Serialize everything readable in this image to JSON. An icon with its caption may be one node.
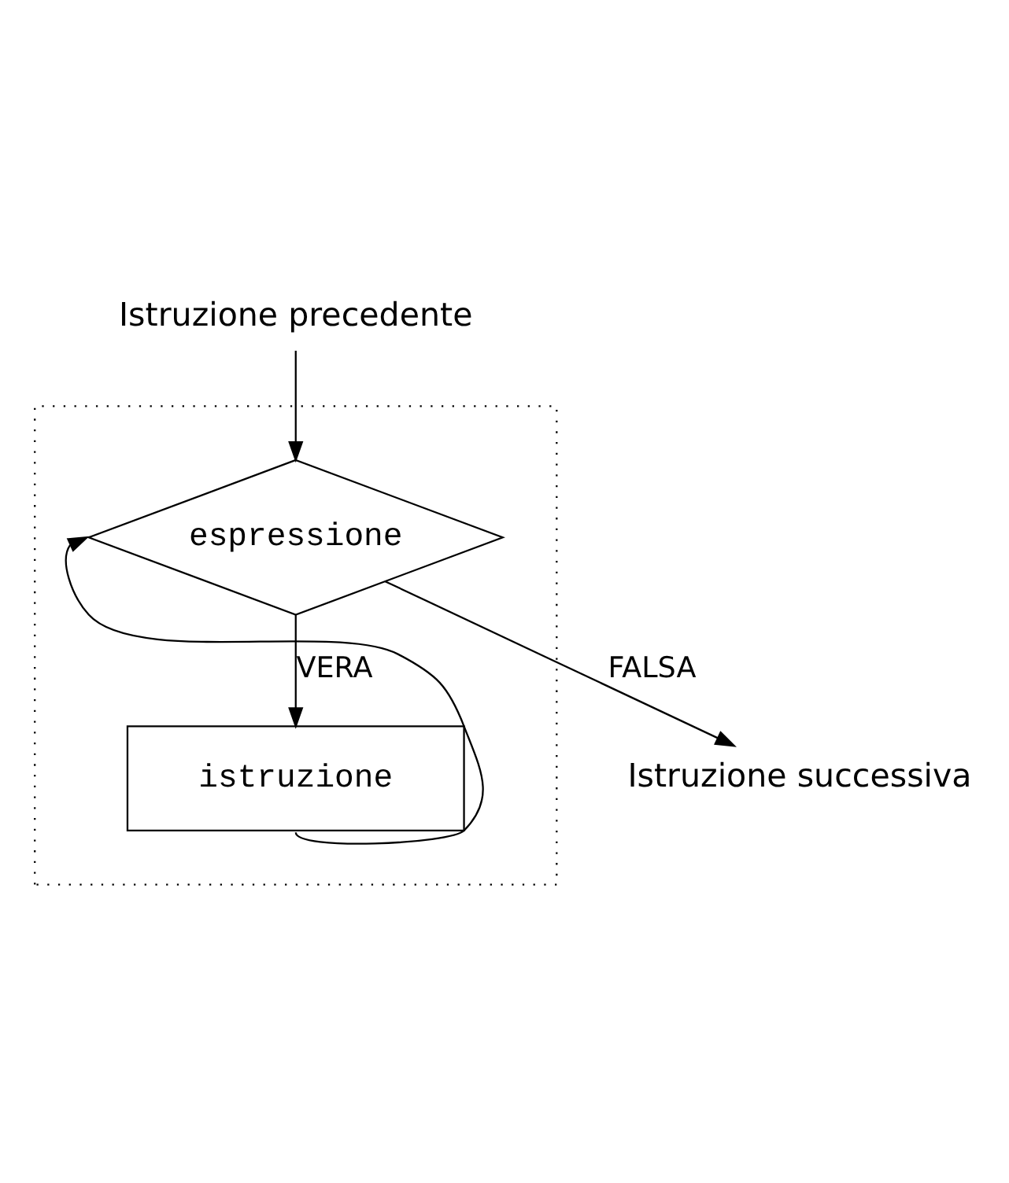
{
  "diagram": {
    "nodes": [
      {
        "text": [
          "Istruzione precedente"
        ]
      },
      {
        "text": [],
        "shape": "box"
      },
      {
        "text": [
          "espressione"
        ],
        "in": 1
      },
      {
        "text": [
          "istruzione"
        ],
        "in": 1
      },
      {
        "text": [
          "Istruzione successiva"
        ]
      }
    ],
    "edges": [
      {
        "from": 0,
        "to": 2,
        "arrow": "to"
      },
      {
        "from": 2,
        "to": 3,
        "label": "VERA",
        "arrow": "to"
      },
      {
        "from": 3,
        "to": 2,
        "arrow": "to"
      },
      {
        "from": 2,
        "to": 4,
        "label": "FALSA",
        "arrow": "to"
      }
    ]
  }
}
